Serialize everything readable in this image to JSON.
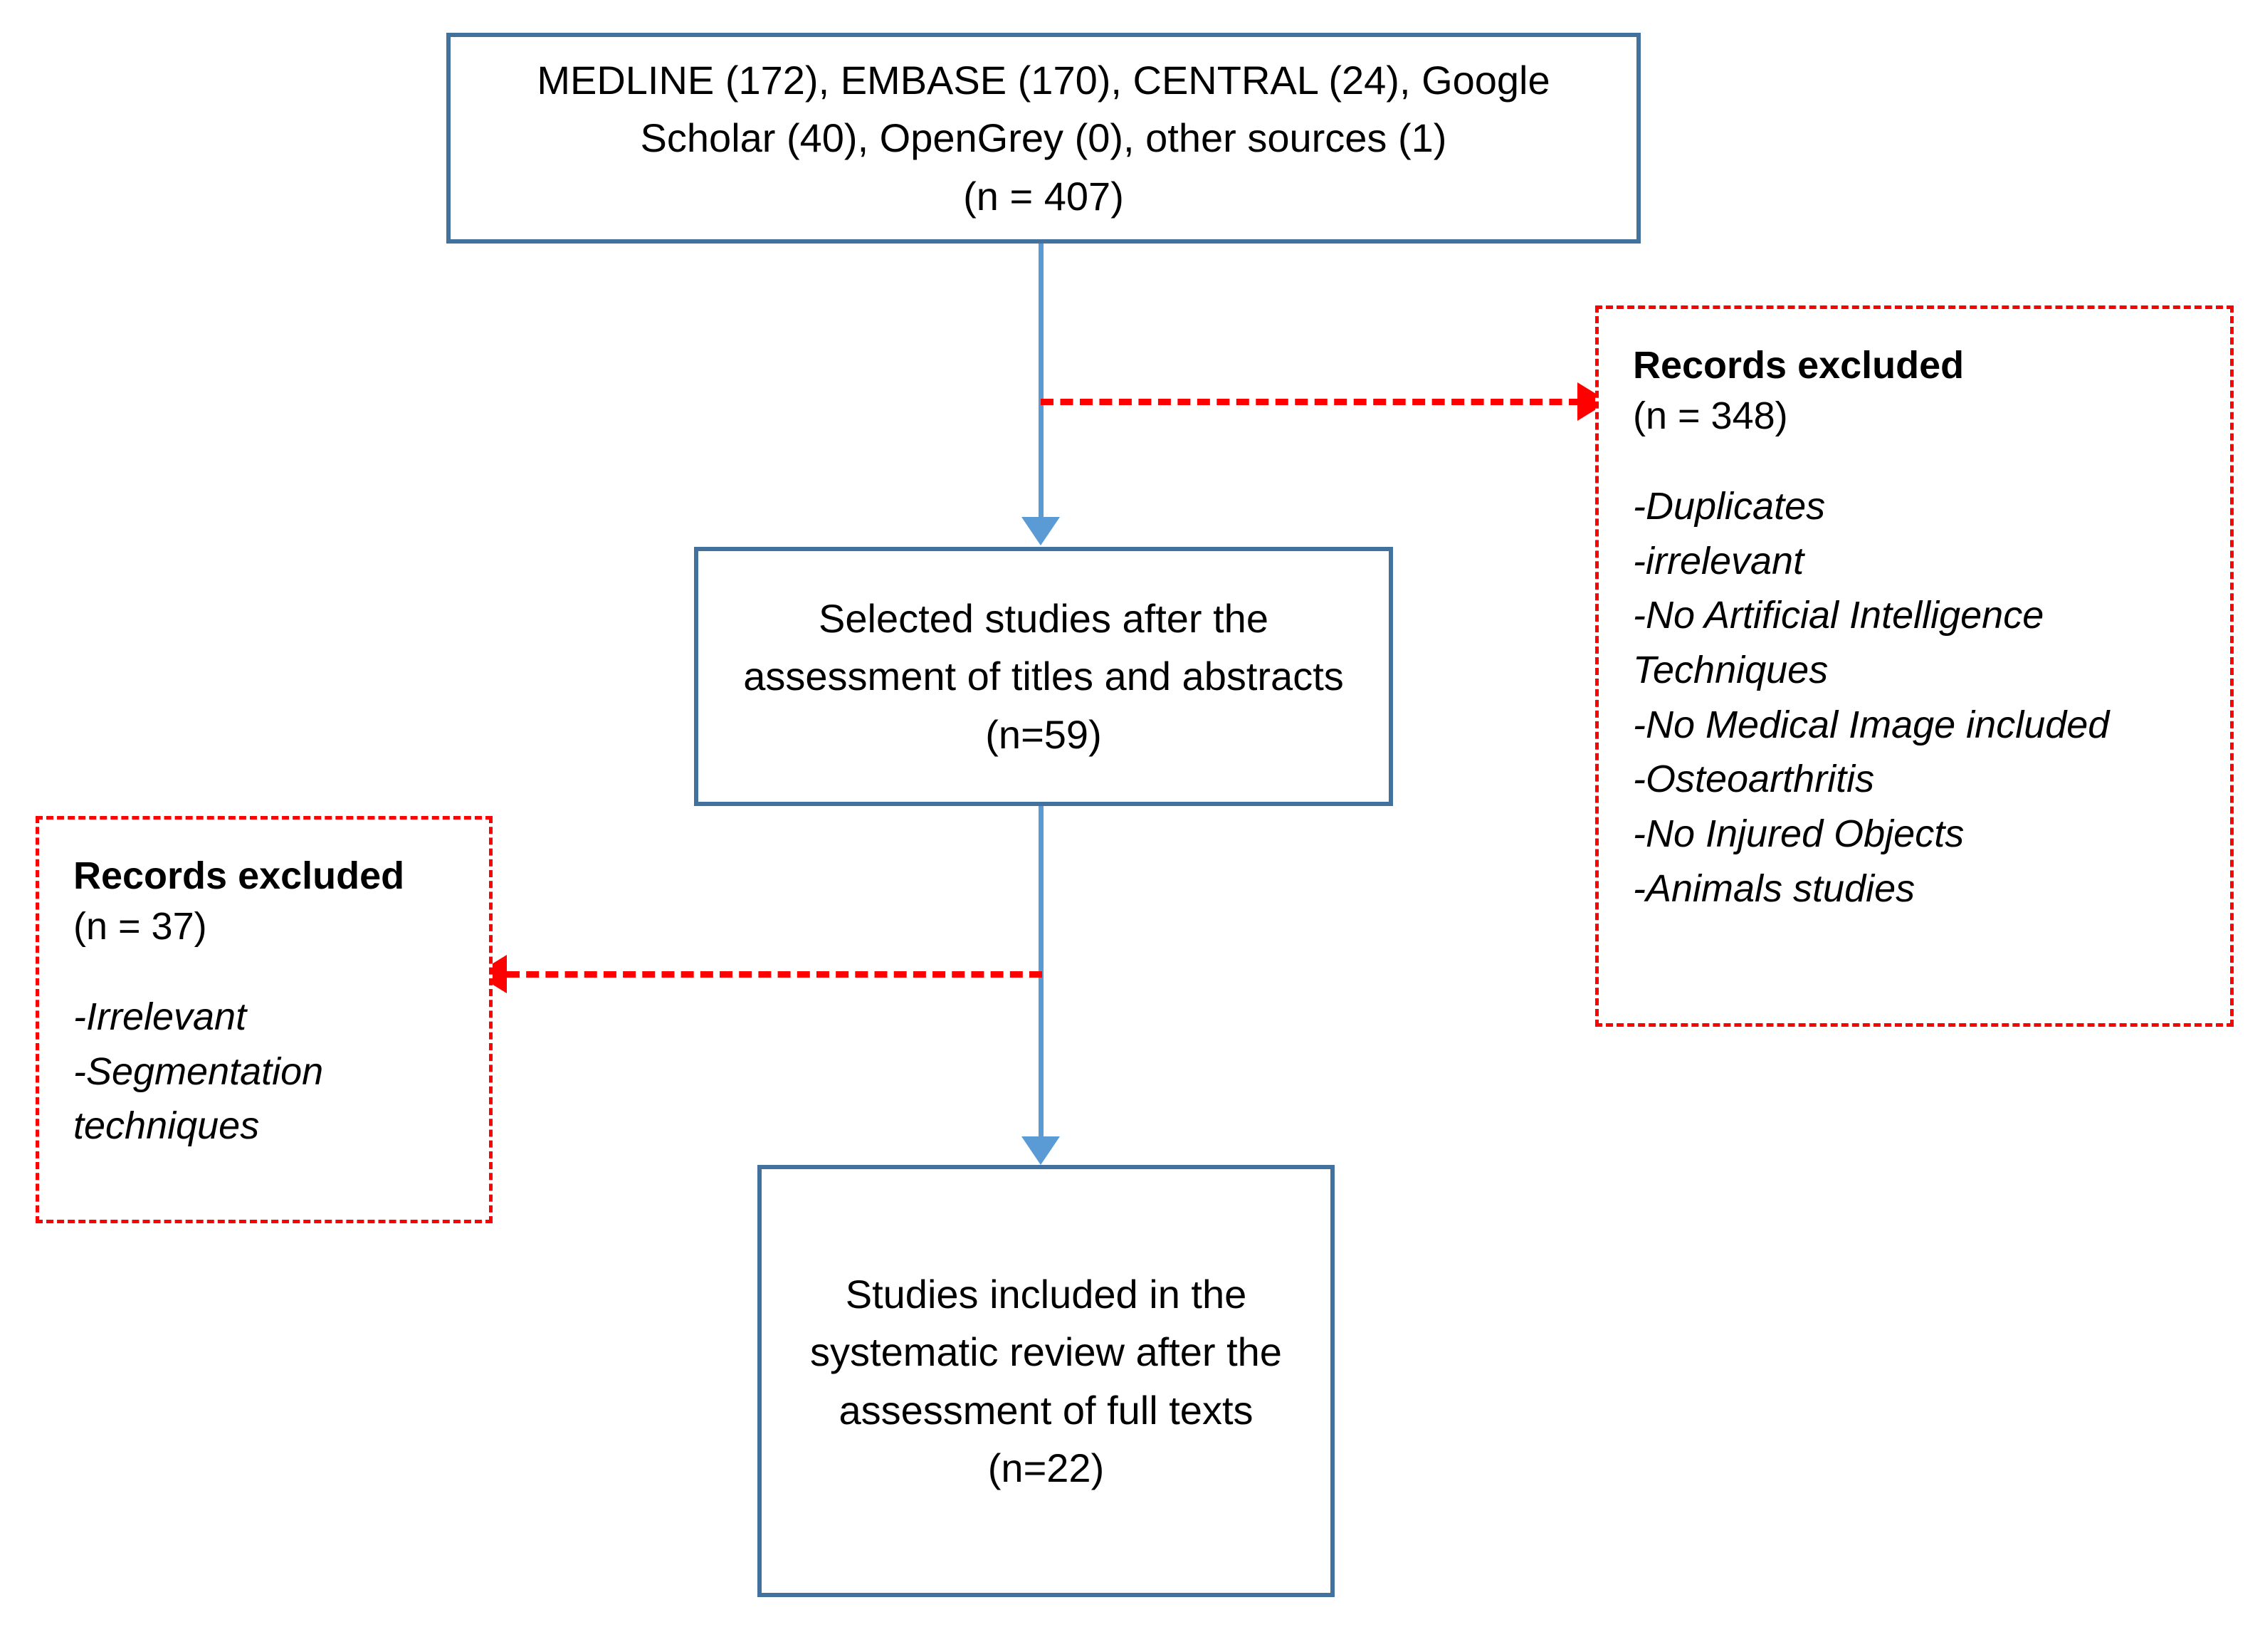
{
  "diagram": {
    "type": "prisma-flow-diagram",
    "colors": {
      "box_border_blue": "#41719C",
      "connector_blue": "#5B9BD5",
      "exclusion_red": "#FF0000",
      "background": "#FFFFFF",
      "text": "#000000"
    },
    "boxes": {
      "identification": {
        "text": "MEDLINE (172), EMBASE (170), CENTRAL (24), Google Scholar (40), OpenGrey (0), other sources (1)\n(n = 407)",
        "count_label": "(n = 407)",
        "sources": [
          {
            "name": "MEDLINE",
            "count": 172
          },
          {
            "name": "EMBASE",
            "count": 170
          },
          {
            "name": "CENTRAL",
            "count": 24
          },
          {
            "name": "Google Scholar",
            "count": 40
          },
          {
            "name": "OpenGrey",
            "count": 0
          },
          {
            "name": "other sources",
            "count": 1
          }
        ],
        "total": 407
      },
      "screening": {
        "text": "Selected studies after the assessment of titles and abstracts\n(n=59)",
        "count_label": "(n=59)",
        "total": 59
      },
      "included": {
        "text": "Studies included in the systematic review after the assessment of full texts\n(n=22)",
        "count_label": "(n=22)",
        "total": 22
      }
    },
    "exclusions": {
      "right": {
        "title": "Records excluded",
        "count_label": "(n = 348)",
        "total": 348,
        "reasons": "-Duplicates\n-irrelevant\n-No Artificial Intelligence Techniques\n-No Medical Image included\n-Osteoarthritis\n-No Injured Objects\n-Animals studies",
        "reason_list": [
          "-Duplicates",
          "-irrelevant",
          "-No Artificial Intelligence Techniques",
          "-No Medical Image included",
          "-Osteoarthritis",
          "-No Injured Objects",
          "-Animals studies"
        ]
      },
      "left": {
        "title": "Records excluded",
        "count_label": "(n = 37)",
        "total": 37,
        "reasons": "-Irrelevant\n-Segmentation techniques",
        "reason_list": [
          "-Irrelevant",
          "-Segmentation techniques"
        ]
      }
    }
  }
}
